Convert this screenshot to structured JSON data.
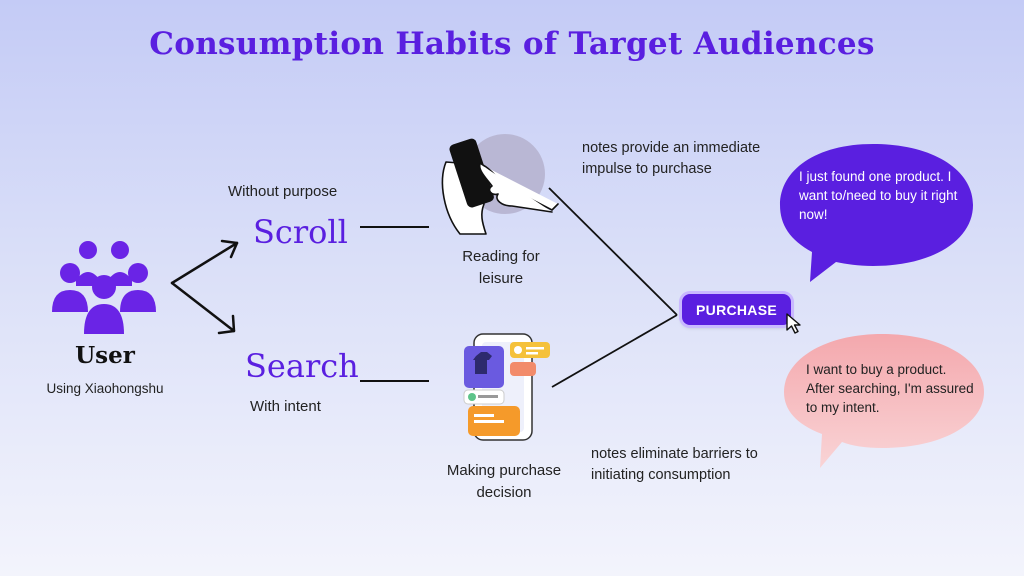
{
  "title": "Consumption Habits of Target Audiences",
  "user": {
    "label": "User",
    "sublabel": "Using Xiaohongshu",
    "icon": "users-group-icon"
  },
  "scroll": {
    "caption": "Without purpose",
    "word": "Scroll",
    "activity": "Reading for leisure",
    "icon": "hand-phone-icon"
  },
  "search": {
    "word": "Search",
    "caption": "With intent",
    "activity": "Making purchase decision",
    "icon": "shopping-app-icon"
  },
  "notes": {
    "top": "notes provide an immediate impulse to purchase",
    "bottom": "notes eliminate barriers to initiating consumption"
  },
  "purchase": {
    "label": "PURCHASE"
  },
  "bubbles": {
    "top": "I just found one product. I want to/need to buy it right now!",
    "bottom": "I want to buy a product. After searching, I'm assured to my intent."
  },
  "colors": {
    "accent": "#5a1fe0",
    "bubble_top": "#5a1fe0",
    "bubble_bottom": "#f5b3b8",
    "background_top": "#c4cbf6",
    "background_bottom": "#f3f4fc"
  }
}
